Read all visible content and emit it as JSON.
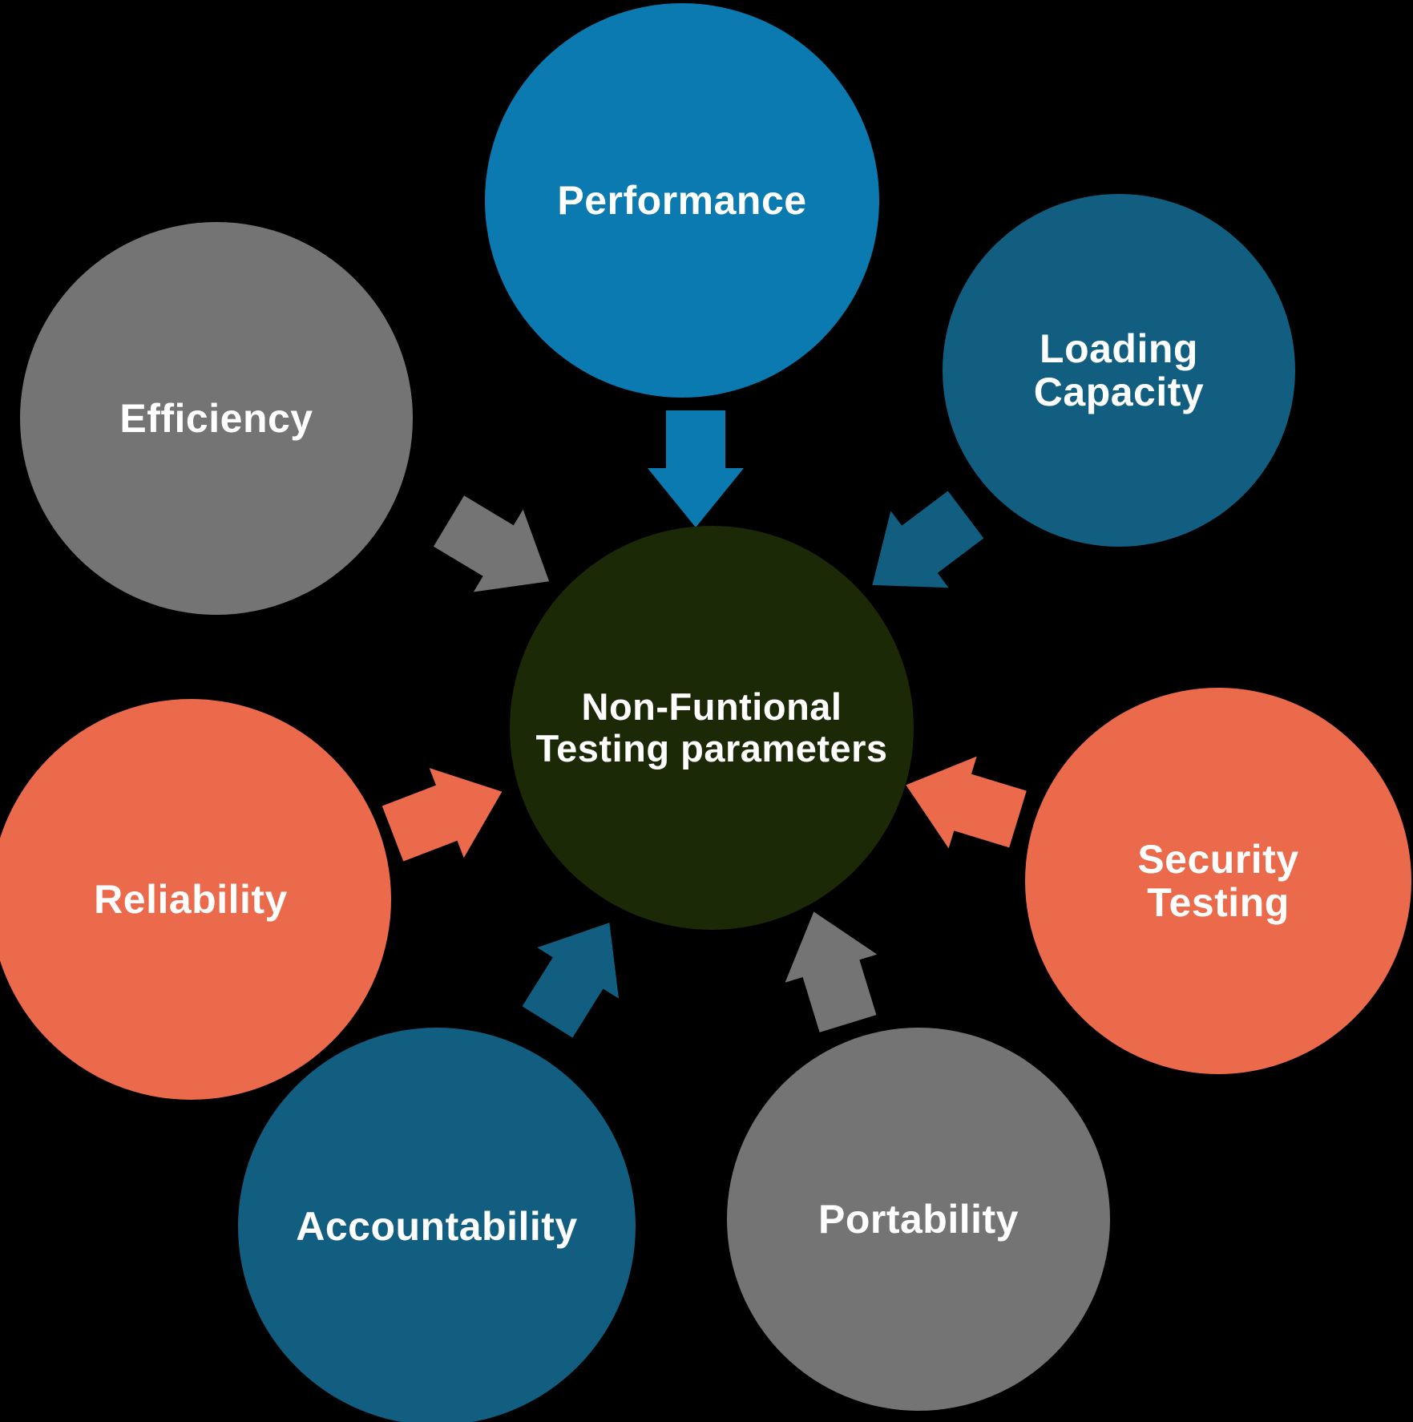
{
  "colors": {
    "background": "#000000",
    "blue": "#0b7ab0",
    "teal": "#115e81",
    "orange": "#ec6a4c",
    "gray": "#747474",
    "center_olive": "#1c2906",
    "text": "#ffffff"
  },
  "center_node": {
    "label": "Non-Funtional\nTesting parameters",
    "color": "#1c2906"
  },
  "nodes": [
    {
      "id": "performance",
      "label": "Performance",
      "color": "#0b7ab0"
    },
    {
      "id": "loading-capacity",
      "label": "Loading\nCapacity",
      "color": "#115e81"
    },
    {
      "id": "security-testing",
      "label": "Security\nTesting",
      "color": "#ec6a4c"
    },
    {
      "id": "portability",
      "label": "Portability",
      "color": "#747474"
    },
    {
      "id": "accountability",
      "label": "Accountability",
      "color": "#115e81"
    },
    {
      "id": "reliability",
      "label": "Reliability",
      "color": "#ec6a4c"
    },
    {
      "id": "efficiency",
      "label": "Efficiency",
      "color": "#747474"
    }
  ],
  "arrows": [
    {
      "from": "performance",
      "to": "center",
      "color": "#0b7ab0"
    },
    {
      "from": "loading-capacity",
      "to": "center",
      "color": "#115e81"
    },
    {
      "from": "security-testing",
      "to": "center",
      "color": "#ec6a4c"
    },
    {
      "from": "portability",
      "to": "center",
      "color": "#747474"
    },
    {
      "from": "accountability",
      "to": "center",
      "color": "#115e81"
    },
    {
      "from": "reliability",
      "to": "center",
      "color": "#ec6a4c"
    },
    {
      "from": "efficiency",
      "to": "center",
      "color": "#747474"
    }
  ]
}
